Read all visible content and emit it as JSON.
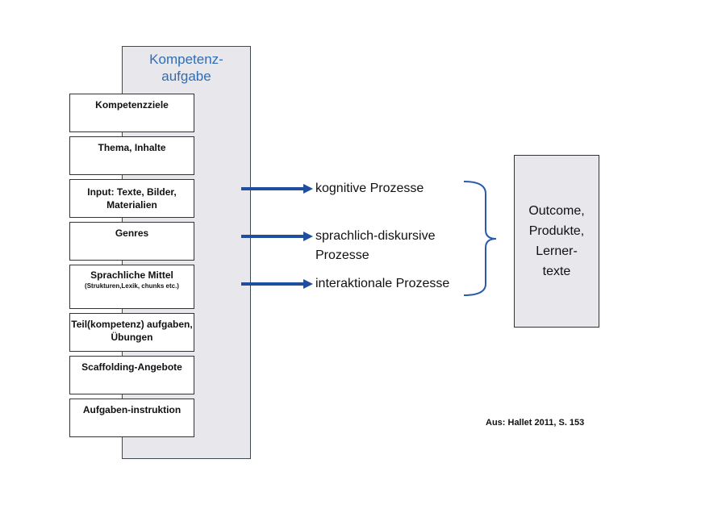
{
  "panel": {
    "title": "Kompetenz-\naufgabe"
  },
  "components": [
    {
      "label": "Kompetenzziele",
      "sub": ""
    },
    {
      "label": "Thema, Inhalte",
      "sub": ""
    },
    {
      "label": "Input: Texte, Bilder, Materialien",
      "sub": ""
    },
    {
      "label": "Genres",
      "sub": ""
    },
    {
      "label": "Sprachliche Mittel",
      "sub": "(Strukturen,Lexik, chunks etc.)"
    },
    {
      "label": "Teil(kompetenz) aufgaben, Übungen",
      "sub": ""
    },
    {
      "label": "Scaffolding-Angebote",
      "sub": ""
    },
    {
      "label": "Aufgaben-instruktion",
      "sub": ""
    }
  ],
  "processes": [
    {
      "label": "kognitive Prozesse"
    },
    {
      "label": "sprachlich-diskursive\nProzesse"
    },
    {
      "label": "interaktionale Prozesse"
    }
  ],
  "outcome": {
    "label": "Outcome,\nProdukte,\nLerner-\ntexte"
  },
  "source": "Aus: Hallet 2011, S. 153",
  "colors": {
    "title": "#2f6db5",
    "arrow": "#1f4e9c",
    "brace": "#2a5aa8",
    "panel_fill": "#e8e8ec"
  }
}
